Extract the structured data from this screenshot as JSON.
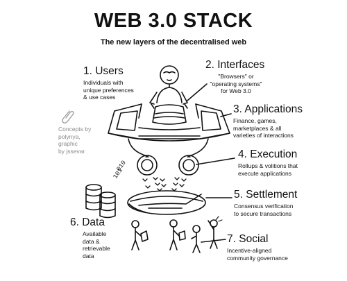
{
  "header": {
    "title": "WEB 3.0 STACK",
    "subtitle": "The new layers of the decentralised web"
  },
  "layers": {
    "users": {
      "heading": "1. Users",
      "line1": "Individuals with",
      "line2": "unique preferences",
      "line3": "& use cases"
    },
    "interfaces": {
      "heading": "2. Interfaces",
      "line1": "\"Browsers\" or",
      "line2": "\"operating systems\"",
      "line3": "for Web 3.0"
    },
    "applications": {
      "heading": "3. Applications",
      "line1": "Finance, games,",
      "line2": "marketplaces & all",
      "line3": "varieties of interactions"
    },
    "execution": {
      "heading": "4. Execution",
      "line1": "Rollups & volitions that",
      "line2": "execute applications"
    },
    "settlement": {
      "heading": "5. Settlement",
      "line1": "Consensus verification",
      "line2": "to secure transactions"
    },
    "data": {
      "heading": "6. Data",
      "line1": "Available",
      "line2": "data &",
      "line3": "retrievable",
      "line4": "data"
    },
    "social": {
      "heading": "7. Social",
      "line1": "Incentive-aligned",
      "line2": "community governance"
    }
  },
  "credit": {
    "line1": "Concepts by",
    "line2": "polynya,",
    "line3": "graphic",
    "line4": "by jssevar"
  },
  "binary_left": "010",
  "binary_right": "101",
  "colors": {
    "ink": "#111111",
    "muted": "#8a8a8a",
    "background": "#ffffff"
  },
  "icons": [
    "paperclip-icon",
    "user-figure-icon",
    "interface-device-icon",
    "application-platform-icon",
    "execution-module-icon",
    "settlement-disc-icon",
    "database-icon",
    "community-figures-icon"
  ]
}
